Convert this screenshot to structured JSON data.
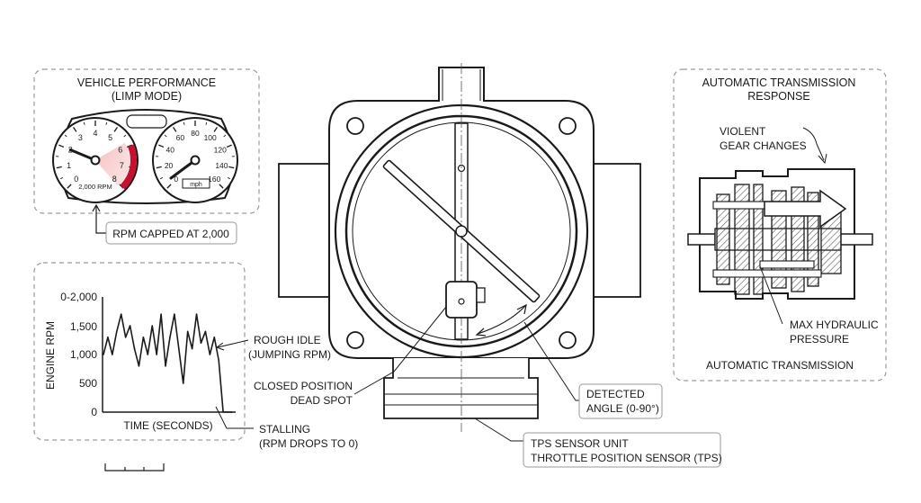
{
  "performance_panel": {
    "title_line1": "VEHICLE PERFORMANCE",
    "title_line2": "(LIMP MODE)",
    "tach_labels": [
      "0",
      "1",
      "2",
      "3",
      "4",
      "5",
      "6",
      "7",
      "8"
    ],
    "tach_caption": "2,000 RPM",
    "speedo_labels": [
      "0",
      "20",
      "40",
      "60",
      "80",
      "100",
      "120",
      "140",
      "160"
    ],
    "speedo_unit": "mph",
    "rpm_cap_callout": "RPM CAPPED AT 2,000"
  },
  "rpm_graph": {
    "ylabel": "ENGINE RPM",
    "xlabel": "TIME (SECONDS)",
    "yticks": [
      "0",
      "500",
      "1,000",
      "1,500",
      "0-2,000"
    ],
    "rough_idle_line1": "ROUGH IDLE",
    "rough_idle_line2": "(JUMPING RPM)",
    "stalling_line1": "STALLING",
    "stalling_line2": "(RPM DROPS TO 0)"
  },
  "chart_data": {
    "type": "line",
    "ylabel": "ENGINE RPM",
    "xlabel": "TIME (SECONDS)",
    "ylim": [
      0,
      2000
    ],
    "ytick_labels": [
      "0",
      "500",
      "1,000",
      "1,500",
      "0-2,000"
    ],
    "series": [
      {
        "x": [
          0,
          1,
          2,
          3,
          4,
          5,
          6,
          7,
          8,
          9,
          10,
          11,
          12,
          13,
          14,
          15,
          16,
          17,
          18,
          19,
          20,
          21,
          22,
          23,
          24,
          25,
          26,
          27,
          28,
          29
        ],
        "y": [
          1000,
          1300,
          1000,
          1400,
          1700,
          1300,
          1500,
          1100,
          800,
          1300,
          1000,
          1500,
          1000,
          1700,
          800,
          1300,
          1700,
          1100,
          500,
          1400,
          1100,
          1700,
          1200,
          1400,
          1000,
          1300,
          900,
          0,
          0,
          0
        ]
      }
    ]
  },
  "throttle_body": {
    "closed_position_line1": "CLOSED POSITION",
    "closed_position_line2": "DEAD SPOT",
    "detected_angle_line1": "DETECTED",
    "detected_angle_line2": "ANGLE (0-90°)",
    "tps_line1": "TPS SENSOR UNIT",
    "tps_line2": "THROTTLE POSITION SENSOR (TPS)"
  },
  "transmission_panel": {
    "title_line1": "AUTOMATIC TRANSMISSION",
    "title_line2": "RESPONSE",
    "gear_change_line1": "VIOLENT",
    "gear_change_line2": "GEAR CHANGES",
    "pressure_line1": "MAX HYDRAULIC",
    "pressure_line2": "PRESSURE",
    "caption": "AUTOMATIC TRANSMISSION"
  },
  "colors": {
    "ink": "#1a1a1a",
    "redline": "#c8102e",
    "warning_glow": "#f6b8b8",
    "panel_border": "#9a9a9a",
    "hatch": "#777777"
  }
}
